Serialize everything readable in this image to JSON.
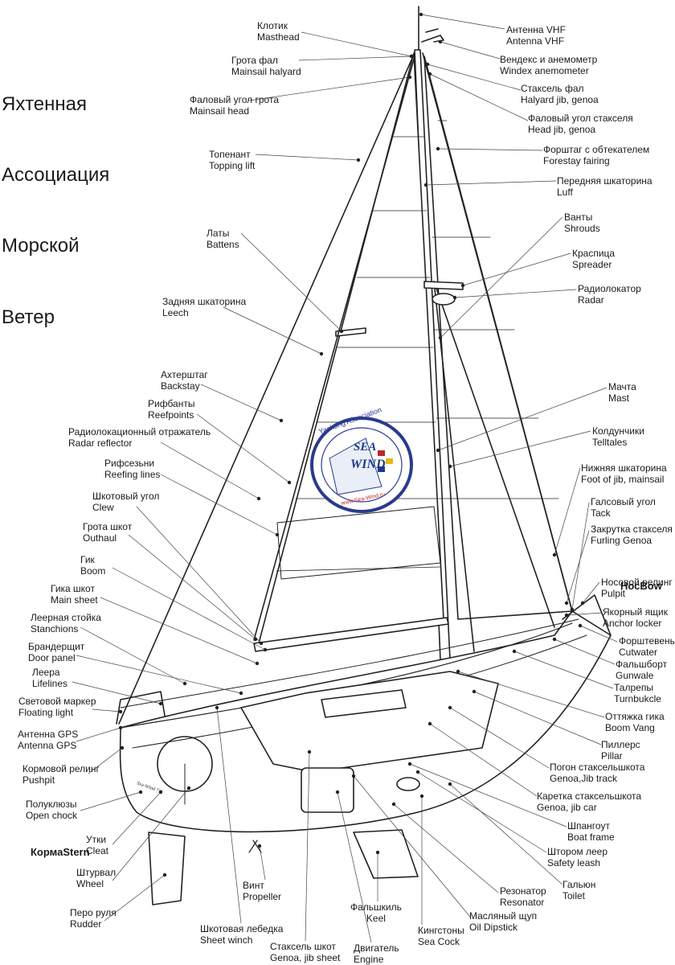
{
  "title_words": [
    "Яхтенная",
    "Ассоциация",
    "Морской",
    "Ветер"
  ],
  "logo": {
    "top_text": "Yachting Association",
    "name_line1": "SEA",
    "name_line2": "WIND",
    "url": "www.Sea-Wind.ru"
  },
  "hull_lettering": "Sea-Wind 711",
  "sections": {
    "bow": [
      "Нос",
      "Bow"
    ],
    "stern": [
      "Корма",
      "Stern"
    ]
  },
  "labels": [
    {
      "key": "masthead",
      "ru": "Клотик",
      "en": "Masthead"
    },
    {
      "key": "mainsail-halyard",
      "ru": "Грота фал",
      "en": "Mainsail halyard"
    },
    {
      "key": "mainsail-head",
      "ru": "Фаловый угол грота",
      "en": "Mainsail head"
    },
    {
      "key": "topping-lift",
      "ru": "Топенант",
      "en": "Topping lift"
    },
    {
      "key": "battens",
      "ru": "Латы",
      "en": "Battens"
    },
    {
      "key": "leech",
      "ru": "Задняя шкаторина",
      "en": "Leech"
    },
    {
      "key": "backstay",
      "ru": "Ахтерштаг",
      "en": "Backstay"
    },
    {
      "key": "reefpoints",
      "ru": "Рифбанты",
      "en": "Reefpoints"
    },
    {
      "key": "radar-reflector",
      "ru": "Радиолокационный отражатель",
      "en": "Radar reflector"
    },
    {
      "key": "reefing-lines",
      "ru": "Рифсезьни",
      "en": "Reefing lines"
    },
    {
      "key": "clew",
      "ru": "Шкотовый угол",
      "en": "Clew"
    },
    {
      "key": "outhaul",
      "ru": "Грота шкот",
      "en": "Outhaul"
    },
    {
      "key": "boom",
      "ru": "Гик",
      "en": "Boom"
    },
    {
      "key": "main-sheet",
      "ru": "Гика шкот",
      "en": "Main sheet"
    },
    {
      "key": "stanchions",
      "ru": "Леерная стойка",
      "en": "Stanchions"
    },
    {
      "key": "door-panel",
      "ru": "Брандерщит",
      "en": "Door panel"
    },
    {
      "key": "lifelines",
      "ru": "Леера",
      "en": "Lifelines"
    },
    {
      "key": "floating-light",
      "ru": "Световой маркер",
      "en": "Floating light"
    },
    {
      "key": "antenna-gps",
      "ru": "Антенна GPS",
      "en": "Antenna GPS"
    },
    {
      "key": "pushpit",
      "ru": "Кормовой релинг",
      "en": "Pushpit"
    },
    {
      "key": "open-chock",
      "ru": "Полуклюзы",
      "en": "Open chock"
    },
    {
      "key": "cleat",
      "ru": "Утки",
      "en": "Cleat"
    },
    {
      "key": "wheel",
      "ru": "Штурвал",
      "en": "Wheel"
    },
    {
      "key": "rudder",
      "ru": "Перо руля",
      "en": "Rudder"
    },
    {
      "key": "sheet-winch",
      "ru": "Шкотовая лебедка",
      "en": "Sheet winch"
    },
    {
      "key": "propeller",
      "ru": "Винт",
      "en": "Propeller"
    },
    {
      "key": "jib-sheet",
      "ru": "Стаксель шкот",
      "en": "Genoa, jib sheet"
    },
    {
      "key": "engine",
      "ru": "Двигатель",
      "en": "Engine"
    },
    {
      "key": "keel",
      "ru": "Фальшкиль",
      "en": "Keel"
    },
    {
      "key": "sea-cock",
      "ru": "Кингстоны",
      "en": "Sea Cock"
    },
    {
      "key": "oil-dipstick",
      "ru": "Масляный щуп",
      "en": "Oil Dipstick"
    },
    {
      "key": "resonator",
      "ru": "Резонатор",
      "en": "Resonator"
    },
    {
      "key": "toilet",
      "ru": "Гальюн",
      "en": "Toilet"
    },
    {
      "key": "safety-leash",
      "ru": "Штором леер",
      "en": "Safety leash"
    },
    {
      "key": "boat-frame",
      "ru": "Шпангоут",
      "en": "Boat frame"
    },
    {
      "key": "jib-car",
      "ru": "Каретка стаксельшкота",
      "en": "Genoa, jib car"
    },
    {
      "key": "jib-track",
      "ru": "Погон стаксельшкота",
      "en": "Genoa,Jib track"
    },
    {
      "key": "pillar",
      "ru": "Пиллерс",
      "en": "Pillar"
    },
    {
      "key": "boom-vang",
      "ru": "Оттяжка гика",
      "en": "Boom Vang"
    },
    {
      "key": "turnbuckle",
      "ru": "Талрепы",
      "en": "Turnbukcle"
    },
    {
      "key": "gunwale",
      "ru": "Фальшборт",
      "en": "Gunwale"
    },
    {
      "key": "cutwater",
      "ru": "Форштевень",
      "en": "Cutwater"
    },
    {
      "key": "anchor-locker",
      "ru": "Якорный ящик",
      "en": "Anchor locker"
    },
    {
      "key": "pulpit",
      "ru": "Носовой релинг",
      "en": "Pulpit"
    },
    {
      "key": "furling-genoa",
      "ru": "Закрутка стакселя",
      "en": "Furling Genoa"
    },
    {
      "key": "tack",
      "ru": "Галсовый угол",
      "en": "Tack"
    },
    {
      "key": "foot",
      "ru": "Нижняя шкаторина",
      "en": "Foot of jib, mainsail"
    },
    {
      "key": "telltales",
      "ru": "Колдунчики",
      "en": "Telltales"
    },
    {
      "key": "mast",
      "ru": "Мачта",
      "en": "Mast"
    },
    {
      "key": "radar",
      "ru": "Радиолокатор",
      "en": "Radar"
    },
    {
      "key": "spreader",
      "ru": "Краспица",
      "en": "Spreader"
    },
    {
      "key": "shrouds",
      "ru": "Ванты",
      "en": "Shrouds"
    },
    {
      "key": "luff",
      "ru": "Передняя шкаторина",
      "en": "Luff"
    },
    {
      "key": "forestay-fairing",
      "ru": "Форштаг с обтекателем",
      "en": "Forestay fairing"
    },
    {
      "key": "head-jib",
      "ru": "Фаловый угол стакселя",
      "en": "Head jib, genoa"
    },
    {
      "key": "halyard-jib",
      "ru": "Стаксель фал",
      "en": "Halyard jib, genoa"
    },
    {
      "key": "windex",
      "ru": "Вендекс и анемометр",
      "en": "Windex  anemometer"
    },
    {
      "key": "antenna-vhf",
      "ru": "Антенна VHF",
      "en": "Antenna VHF"
    }
  ]
}
